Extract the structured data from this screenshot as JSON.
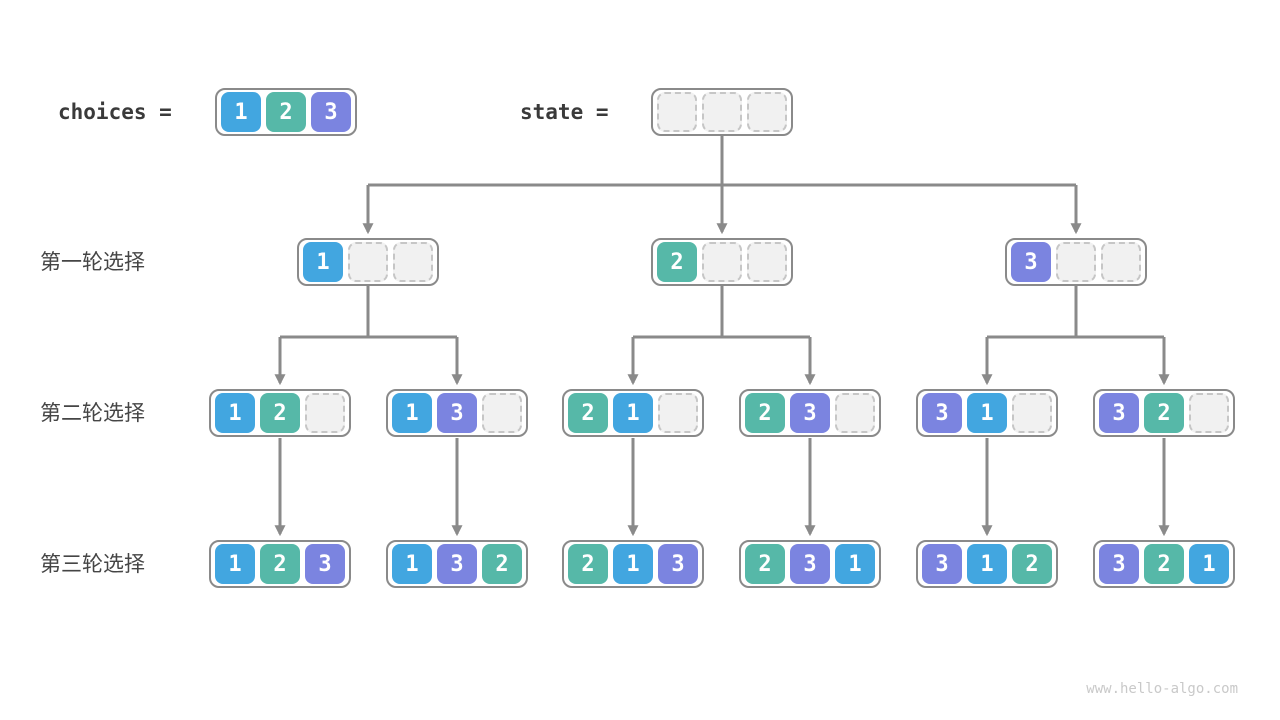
{
  "header": {
    "choices_label": "choices =",
    "state_label": "state =",
    "choices_cells": [
      "1",
      "2",
      "3"
    ],
    "state_cells": [
      "",
      "",
      ""
    ]
  },
  "rows": [
    {
      "label": "第一轮选择",
      "boxes": [
        [
          "1",
          "",
          ""
        ],
        [
          "2",
          "",
          ""
        ],
        [
          "3",
          "",
          ""
        ]
      ]
    },
    {
      "label": "第二轮选择",
      "boxes": [
        [
          "1",
          "2",
          ""
        ],
        [
          "1",
          "3",
          ""
        ],
        [
          "2",
          "1",
          ""
        ],
        [
          "2",
          "3",
          ""
        ],
        [
          "3",
          "1",
          ""
        ],
        [
          "3",
          "2",
          ""
        ]
      ]
    },
    {
      "label": "第三轮选择",
      "boxes": [
        [
          "1",
          "2",
          "3"
        ],
        [
          "1",
          "3",
          "2"
        ],
        [
          "2",
          "1",
          "3"
        ],
        [
          "2",
          "3",
          "1"
        ],
        [
          "3",
          "1",
          "2"
        ],
        [
          "3",
          "2",
          "1"
        ]
      ]
    }
  ],
  "footer": {
    "watermark": "www.hello-algo.com"
  },
  "colors": {
    "cell-1": "#42a6e0",
    "cell-2": "#56b8a8",
    "cell-3": "#7b84e0",
    "arrow": "#8a8a8a",
    "border": "#8a8a8a"
  }
}
